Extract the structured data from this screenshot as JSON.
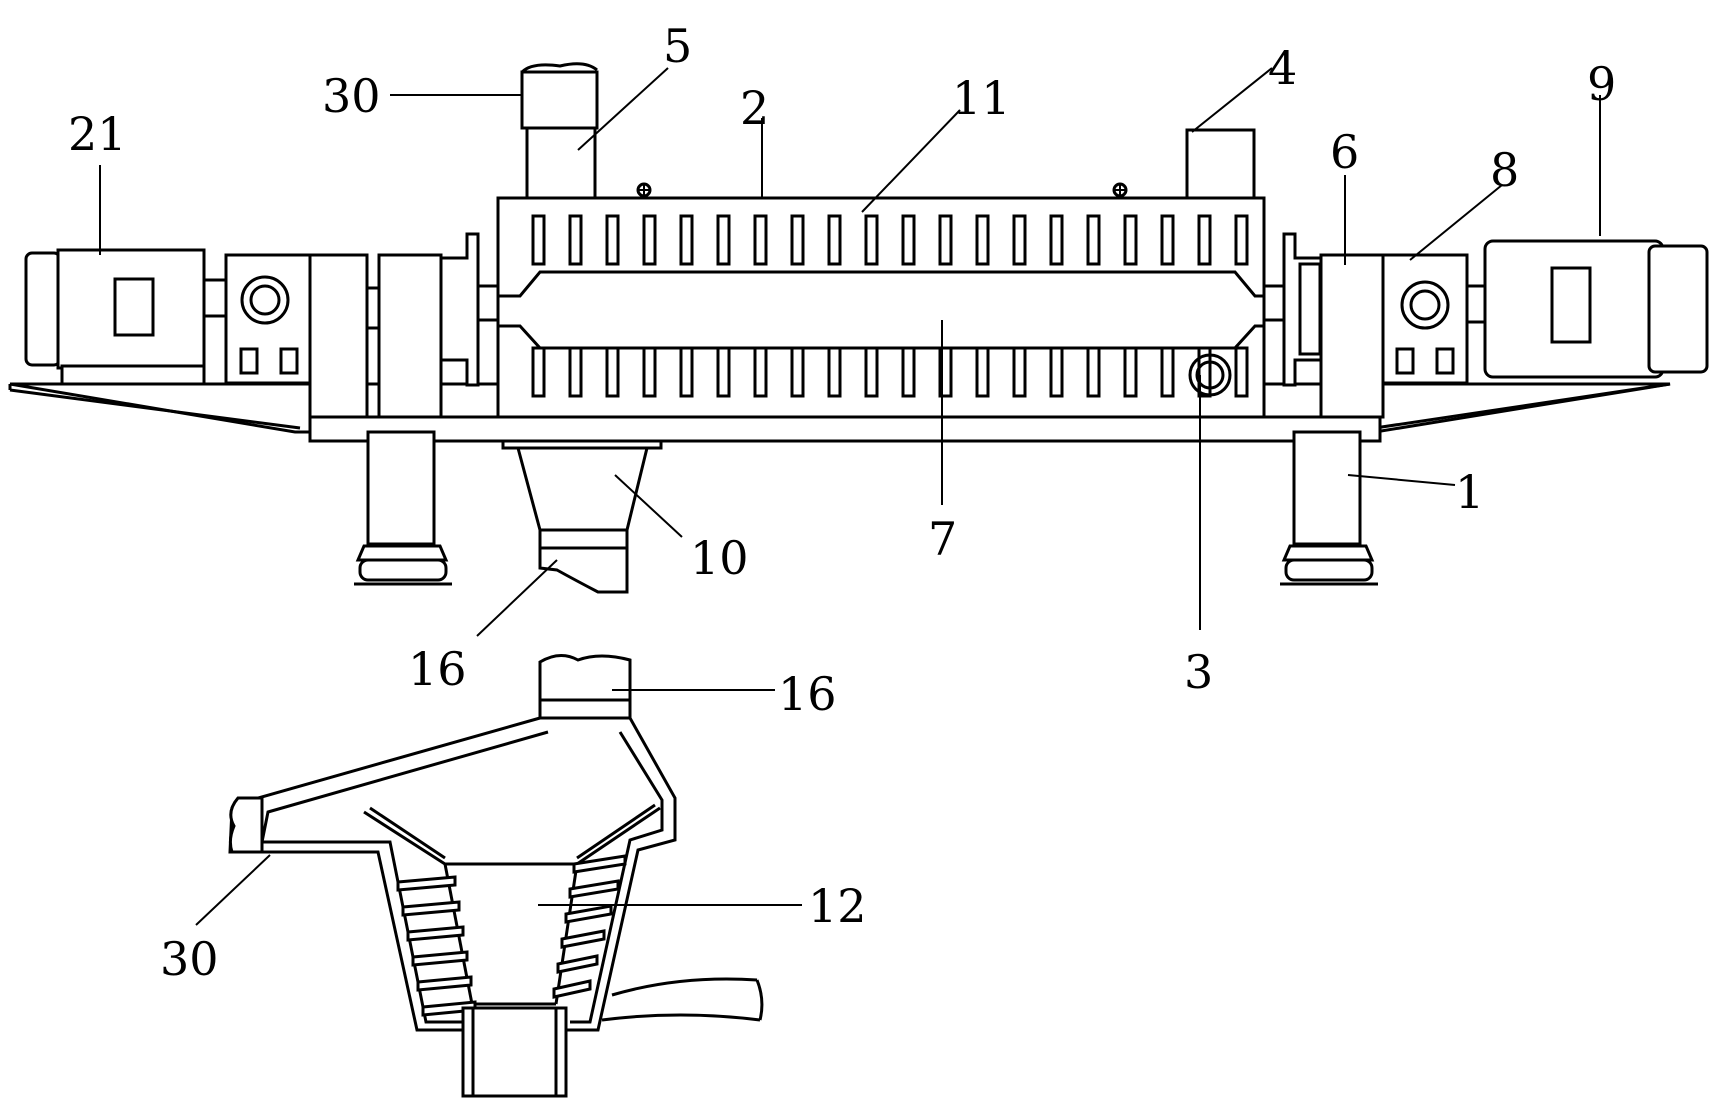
{
  "figure": {
    "callouts": [
      {
        "id": "c30-top",
        "text": "30"
      },
      {
        "id": "c5",
        "text": "5"
      },
      {
        "id": "c2",
        "text": "2"
      },
      {
        "id": "c11",
        "text": "11"
      },
      {
        "id": "c4",
        "text": "4"
      },
      {
        "id": "c9",
        "text": "9"
      },
      {
        "id": "c21",
        "text": "21"
      },
      {
        "id": "c6",
        "text": "6"
      },
      {
        "id": "c8",
        "text": "8"
      },
      {
        "id": "c1",
        "text": "1"
      },
      {
        "id": "c10",
        "text": "10"
      },
      {
        "id": "c7",
        "text": "7"
      },
      {
        "id": "c16-top",
        "text": "16"
      },
      {
        "id": "c3",
        "text": "3"
      },
      {
        "id": "c16-bottom",
        "text": "16"
      },
      {
        "id": "c12",
        "text": "12"
      },
      {
        "id": "c30-bottom",
        "text": "30"
      }
    ]
  }
}
